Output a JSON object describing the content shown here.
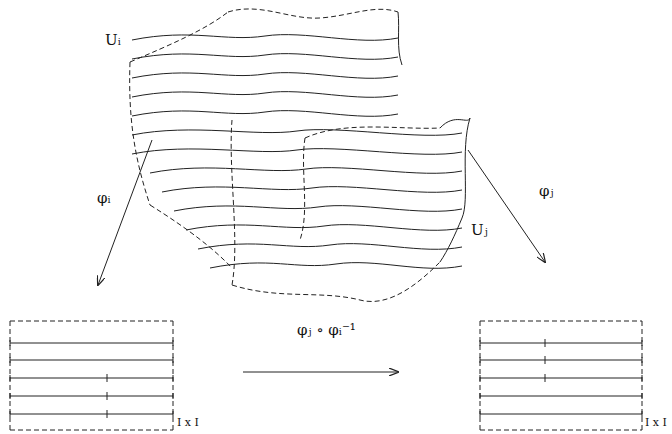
{
  "diagram": {
    "labels": [
      "Uᵢ",
      "φᵢ",
      "Uⱼ",
      "φⱼ",
      "φⱼ ∘ φᵢ⁻¹",
      "I x I",
      "I x I"
    ]
  }
}
